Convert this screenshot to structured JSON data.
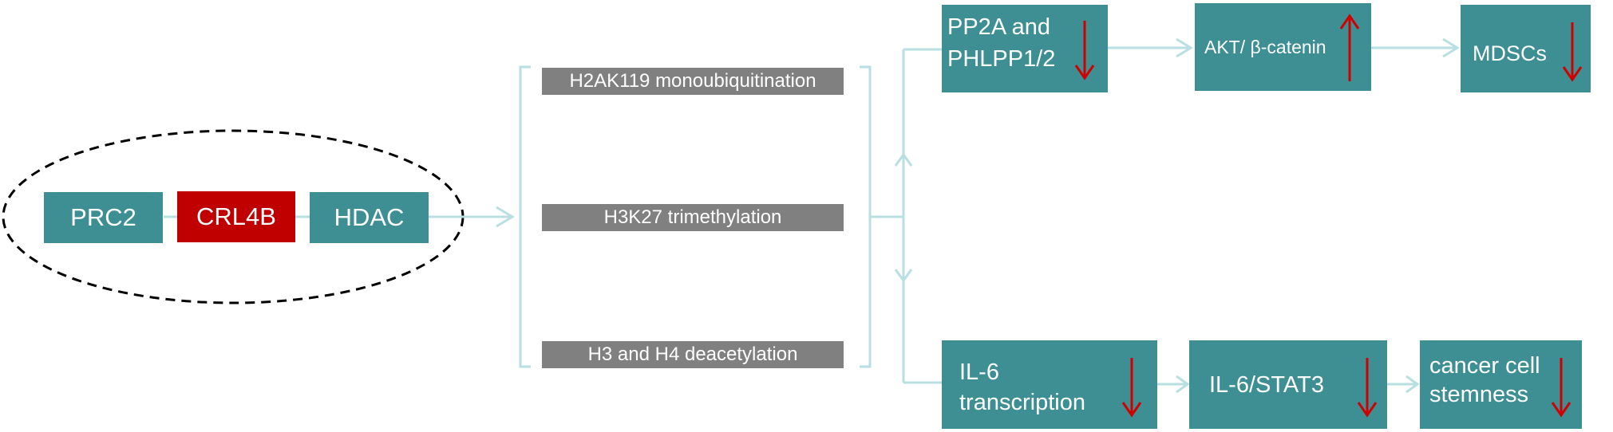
{
  "complex": {
    "prc2": "PRC2",
    "crl4b": "CRL4B",
    "hdac": "HDAC"
  },
  "marks": {
    "h2ak119": "H2AK119 monoubiquitination",
    "h3k27": "H3K27 trimethylation",
    "h3h4": "H3 and H4 deacetylation"
  },
  "top_path": {
    "pp2a_line1": "PP2A and",
    "pp2a_line2": "PHLPP1/2",
    "akt": "AKT/ β-catenin",
    "mdscs": "MDSCs"
  },
  "bottom_path": {
    "il6_line1": "IL-6",
    "il6_line2": "transcription",
    "il6stat3": "IL-6/STAT3",
    "stem_line1": "cancer cell",
    "stem_line2": "stemness"
  },
  "colors": {
    "box": "#3d8f93",
    "crl4b": "#c00000",
    "mark_box": "#808080",
    "connector": "#b9dfe2",
    "indicator_arrow": "#d00000"
  },
  "indicators": {
    "pp2a": "down",
    "akt": "up",
    "mdscs": "down",
    "il6": "down",
    "il6stat3": "down",
    "stemness": "down"
  }
}
